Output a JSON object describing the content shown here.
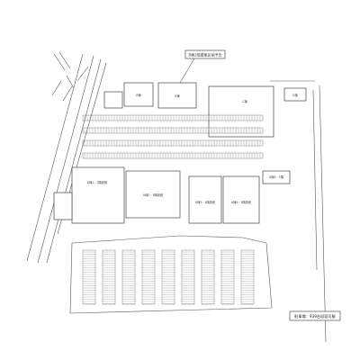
{
  "callout": {
    "label": "B棟2階募集区画予告",
    "color": "#d22d2d"
  },
  "buildings": [
    {
      "id": "b-small",
      "label": "B棟"
    },
    {
      "id": "b-highlight",
      "label": "B棟"
    },
    {
      "id": "c-bldg",
      "label": "C棟"
    },
    {
      "id": "d-bldg",
      "label": "D棟"
    },
    {
      "id": "a-main",
      "label": "A棟1・2階新館"
    },
    {
      "id": "a-center",
      "label": "A棟2・3階新館"
    },
    {
      "id": "a-right-1",
      "label": "A棟3・4階新館"
    },
    {
      "id": "a-right-2",
      "label": "A棟4・5階新館"
    },
    {
      "id": "a-tag",
      "label": "A棟4・5階"
    }
  ],
  "parking_note": "駐車場：939台収容可能",
  "colors": {
    "line": "#555555",
    "highlight": "#d22d2d",
    "note_border": "#333333"
  }
}
